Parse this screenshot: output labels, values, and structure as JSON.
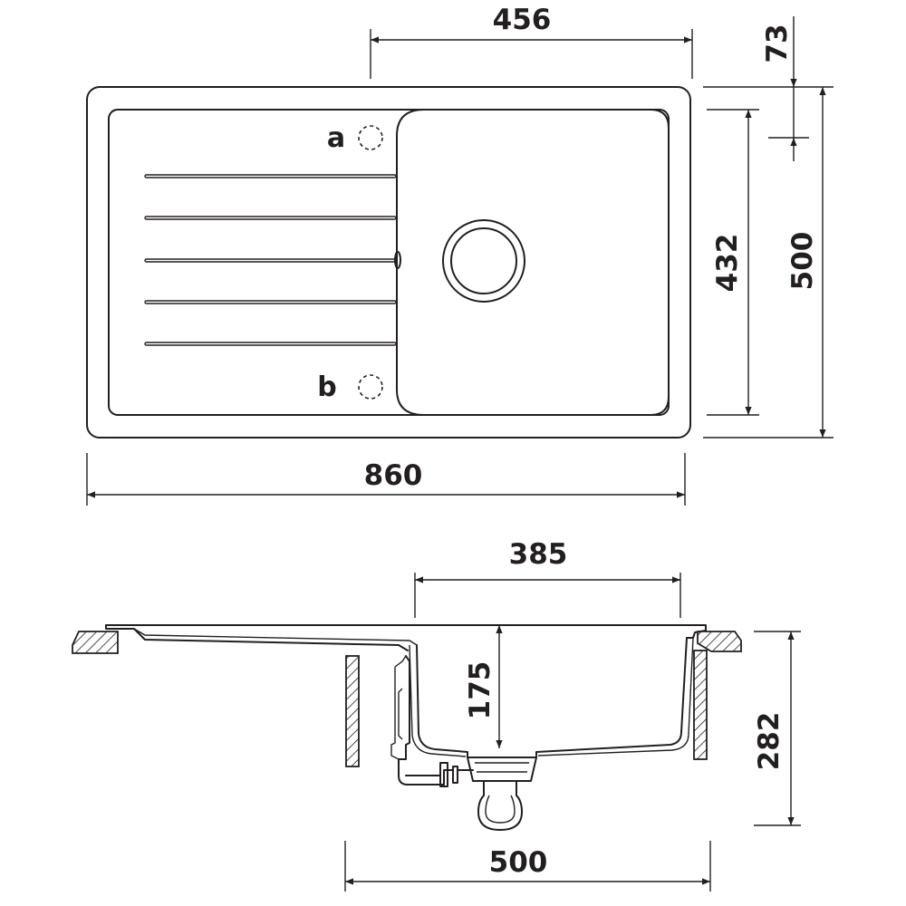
{
  "top_view": {
    "dimensions": {
      "bowl_width": "456",
      "rim_offset": "73",
      "bowl_depth": "432",
      "overall_depth": "500",
      "overall_width": "860"
    },
    "labels": {
      "tap_hole_a": "a",
      "tap_hole_b": "b"
    }
  },
  "side_view": {
    "dimensions": {
      "bowl_inner_width": "385",
      "bowl_height": "175",
      "overall_height": "282",
      "cabinet_width": "500"
    }
  },
  "colors": {
    "line": "#231f20",
    "background": "#ffffff"
  }
}
